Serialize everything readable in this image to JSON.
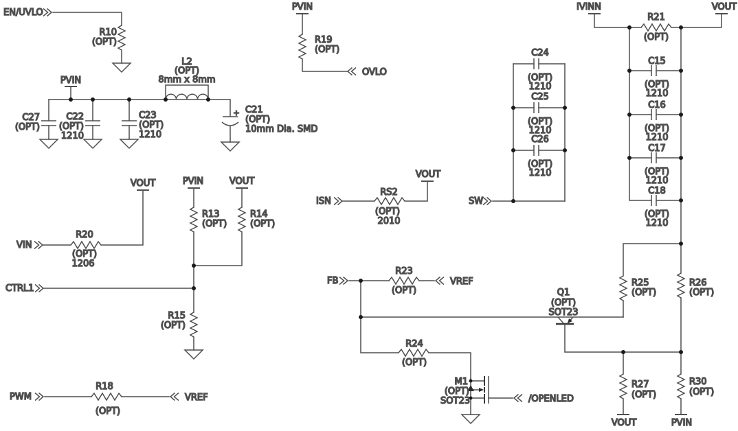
{
  "document": {
    "type": "circuit-schematic",
    "description": "Optional components schematic sheet"
  },
  "colors": {
    "background": "#ffffff",
    "wire": "#4f4f4f",
    "text": "#1a1a1a",
    "junction": "#1a1a1a"
  },
  "nets": {
    "en_uvlo": "EN/UVLO",
    "pvin": "PVIN",
    "vout": "VOUT",
    "ovlo": "OVLO",
    "ivinn": "IVINN",
    "vin": "VIN",
    "ctrl1": "CTRL1",
    "isn": "ISN",
    "sw": "SW",
    "fb": "FB",
    "vref": "VREF",
    "pwm": "PWM",
    "openled": "/OPENLED"
  },
  "components": {
    "R10": {
      "ref": "R10",
      "opt": "(OPT)"
    },
    "L2": {
      "ref": "L2",
      "opt": "(OPT)",
      "pkg": "8mm x 8mm"
    },
    "C27": {
      "ref": "C27",
      "opt": "(OPT)"
    },
    "C22": {
      "ref": "C22",
      "opt": "(OPT)",
      "pkg": "1210"
    },
    "C23": {
      "ref": "C23",
      "opt": "(OPT)",
      "pkg": "1210"
    },
    "C21": {
      "ref": "C21",
      "opt": "(OPT)",
      "pkg": "10mm Dia. SMD",
      "polarity": "+"
    },
    "R19": {
      "ref": "R19",
      "opt": "(OPT)"
    },
    "R20": {
      "ref": "R20",
      "opt": "(OPT)",
      "pkg": "1206"
    },
    "R13": {
      "ref": "R13",
      "opt": "(OPT)"
    },
    "R14": {
      "ref": "R14",
      "opt": "(OPT)"
    },
    "R15": {
      "ref": "R15",
      "opt": "(OPT)"
    },
    "R18": {
      "ref": "R18",
      "opt": "(OPT)"
    },
    "RS2": {
      "ref": "RS2",
      "opt": "(OPT)",
      "pkg": "2010"
    },
    "R23": {
      "ref": "R23",
      "opt": "(OPT)"
    },
    "R24": {
      "ref": "R24",
      "opt": "(OPT)"
    },
    "M1": {
      "ref": "M1",
      "opt": "(OPT)",
      "pkg": "SOT23"
    },
    "Q1": {
      "ref": "Q1",
      "opt": "(OPT)",
      "pkg": "SOT23"
    },
    "R21": {
      "ref": "R21",
      "opt": "(OPT)"
    },
    "C15": {
      "ref": "C15",
      "opt": "(OPT)",
      "pkg": "1210"
    },
    "C16": {
      "ref": "C16",
      "opt": "(OPT)",
      "pkg": "1210"
    },
    "C17": {
      "ref": "C17",
      "opt": "(OPT)",
      "pkg": "1210"
    },
    "C18": {
      "ref": "C18",
      "opt": "(OPT)",
      "pkg": "1210"
    },
    "C24": {
      "ref": "C24",
      "opt": "(OPT)",
      "pkg": "1210"
    },
    "C25": {
      "ref": "C25",
      "opt": "(OPT)",
      "pkg": "1210"
    },
    "C26": {
      "ref": "C26",
      "opt": "(OPT)",
      "pkg": "1210"
    },
    "R25": {
      "ref": "R25",
      "opt": "(OPT)"
    },
    "R26": {
      "ref": "R26",
      "opt": "(OPT)"
    },
    "R27": {
      "ref": "R27",
      "opt": "(OPT)"
    },
    "R30": {
      "ref": "R30",
      "opt": "(OPT)"
    }
  }
}
